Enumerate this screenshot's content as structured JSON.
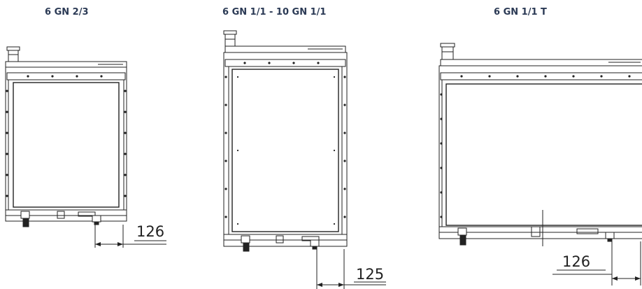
{
  "variants": [
    {
      "title": "6 GN 2/3",
      "dimension": "126"
    },
    {
      "title": "6 GN 1/1 - 10 GN 1/1",
      "dimension": "125"
    },
    {
      "title": "6 GN 1/1 T",
      "dimension": "126"
    }
  ]
}
